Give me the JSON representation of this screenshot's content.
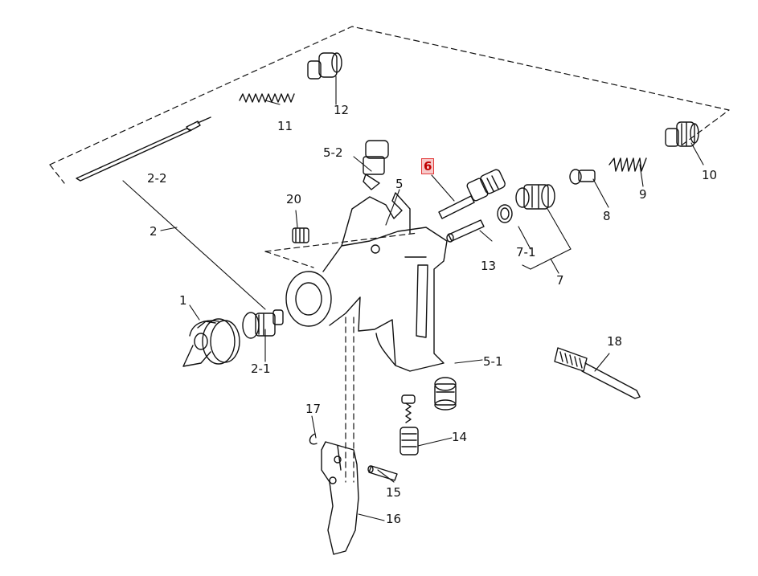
{
  "diagram": {
    "highlight_color": "#e23a3a",
    "line_color": "#111111",
    "labels": {
      "p1": "1",
      "p2": "2",
      "p2_1": "2-1",
      "p2_2": "2-2",
      "p5": "5",
      "p5_1": "5-1",
      "p5_2": "5-2",
      "p6": "6",
      "p7": "7",
      "p7_1": "7-1",
      "p8": "8",
      "p9": "9",
      "p10": "10",
      "p11": "11",
      "p12": "12",
      "p13": "13",
      "p14": "14",
      "p15": "15",
      "p16": "16",
      "p17": "17",
      "p18": "18",
      "p20": "20"
    }
  }
}
